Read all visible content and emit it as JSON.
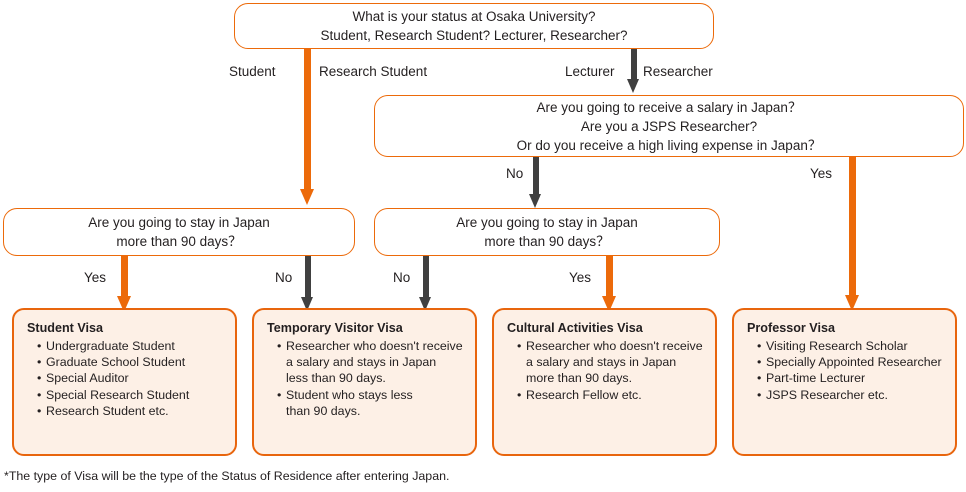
{
  "diagram": {
    "title": "Visa type decision flowchart",
    "colors": {
      "orange": "#ec6a0a",
      "orange_dark": "#e8650d",
      "dark_arrow": "#404040",
      "box_fill": "#fdf0e6",
      "text": "#231f20"
    },
    "footnote": "*The type of Visa will be the type of the Status of Residence after entering Japan."
  },
  "questions": {
    "status": {
      "lines": [
        "What is your status at Osaka University?",
        "Student, Research Student?  Lecturer, Researcher?"
      ]
    },
    "salary": {
      "lines": [
        "Are you going to receive a salary in Japan？",
        "Are you a JSPS Researcher?",
        "Or do you receive a high living expense in Japan？"
      ]
    },
    "stay_left": {
      "lines": [
        "Are you going to stay in Japan",
        "more than 90 days？"
      ]
    },
    "stay_mid": {
      "lines": [
        "Are you going to stay in Japan",
        "more than 90 days？"
      ]
    }
  },
  "branch_labels": {
    "student": "Student",
    "research_student": "Research Student",
    "lecturer": "Lecturer",
    "researcher": "Researcher",
    "salary_no": "No",
    "salary_yes": "Yes",
    "stay_left_yes": "Yes",
    "stay_left_no": "No",
    "stay_mid_no": "No",
    "stay_mid_yes": "Yes"
  },
  "results": [
    {
      "title": "Student Visa",
      "items": [
        "Undergraduate Student",
        "Graduate School Student",
        "Special Auditor",
        "Special Research Student",
        "Research Student   etc."
      ]
    },
    {
      "title": "Temporary Visitor Visa",
      "items": [
        "Researcher who doesn't receive\na salary and stays in Japan\nless than 90 days.",
        "Student who stays less\nthan 90 days."
      ]
    },
    {
      "title": "Cultural Activities Visa",
      "items": [
        "Researcher who doesn't receive\na salary and stays in Japan\nmore than 90 days.",
        "Research Fellow etc."
      ]
    },
    {
      "title": "Professor Visa",
      "items": [
        "Visiting Research Scholar",
        "Specially Appointed Researcher",
        "Part-time Lecturer",
        "JSPS Researcher   etc."
      ]
    }
  ]
}
